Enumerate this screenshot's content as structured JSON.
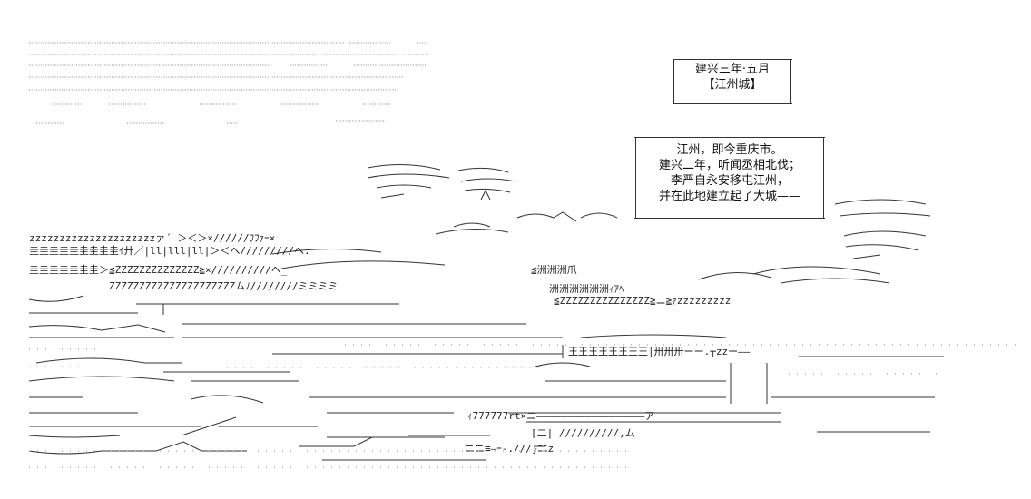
{
  "caption_box_1": {
    "line1": "建兴三年·五月",
    "line2": "【江州城】"
  },
  "caption_box_2": {
    "line1": "江州，即今重庆市。",
    "line2": "建兴二年，听闻丞相北伐；",
    "line3": "李严自永安移屯江州，",
    "line4": "并在此地建立起了大城——"
  },
  "art": {
    "text_rows": [
      "zzzzzzzzzzzzzzzzzzzzzァ´ ＞＜＞×//////ﾌﾌｧｰ×",
      "圭圭圭圭圭圭圭圭圭ｲ廾／|ll|lll|ll|＞＜へ/////////へ.",
      "圭圭圭圭圭圭圭＞≦ZZZZZZZZZZZZZZ≧×//////////へ_",
      "ZZZZZZZZZZZZZZZZZZZZZムﾉ////////ミミミミ",
      "≦ZZZZZZZZZZZZZZZ≧ニ≧ｧzzzzzzzzz",
      "洲洲洲洲洲洲ｨｱﾍ",
      "≦洲洲洲爪",
      "王王王王王王王王|卅卅卅ーー.┬zzー――",
      "ｨ777777rt×ニ――――――――――――――――――ア",
      "[二| //////////,ム",
      "ニニ≡―ｰ-.///}ﾆﾆz"
    ]
  }
}
